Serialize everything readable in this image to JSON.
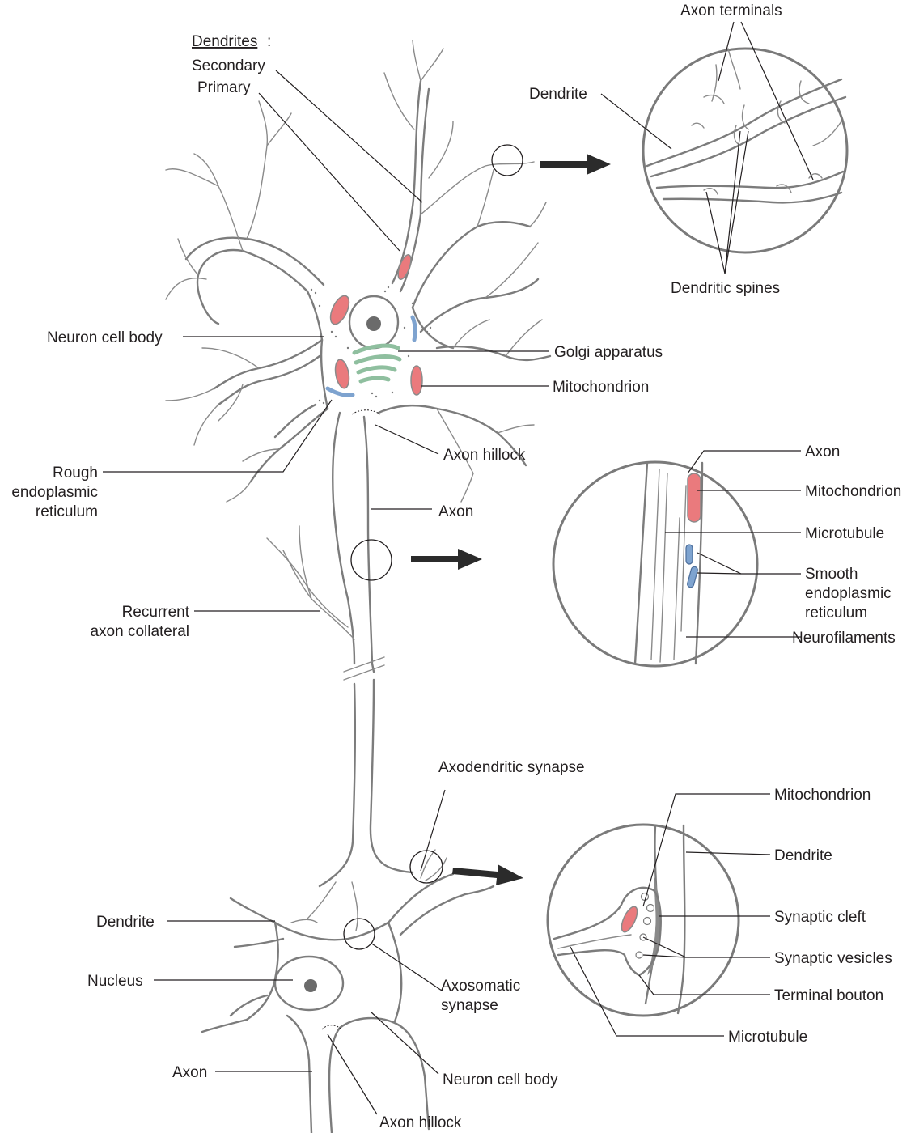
{
  "colors": {
    "membrane": "#7c7c7c",
    "mitochondrion": "#ea7a7d",
    "endoplasmic_reticulum": "#7ea3cf",
    "golgi": "#8fbf9f",
    "arrow": "#2b2b2b",
    "text": "#231f20"
  },
  "labels": {
    "dendrites_heading": "Dendrites",
    "dendrites_colon": ":",
    "secondary": "Secondary",
    "primary": "Primary",
    "neuron_cell_body": "Neuron cell body",
    "golgi_apparatus": "Golgi apparatus",
    "mitochondrion": "Mitochondrion",
    "rough_er_1": "Rough",
    "rough_er_2": "endoplasmic",
    "rough_er_3": "reticulum",
    "axon_hillock": "Axon hillock",
    "axon": "Axon",
    "recurrent_1": "Recurrent",
    "recurrent_2": "axon collateral",
    "axodendritic_synapse": "Axodendritic synapse",
    "dendrite_lower": "Dendrite",
    "nucleus": "Nucleus",
    "axosomatic_1": "Axosomatic",
    "axosomatic_2": "synapse",
    "axon_lower": "Axon",
    "neuron_cell_body_lower": "Neuron cell body",
    "axon_hillock_lower": "Axon hillock"
  },
  "inset_dendrite": {
    "axon_terminals": "Axon terminals",
    "dendrite": "Dendrite",
    "dendritic_spines": "Dendritic spines"
  },
  "inset_axon": {
    "axon": "Axon",
    "mitochondrion": "Mitochondrion",
    "microtubule": "Microtubule",
    "smooth_er_1": "Smooth",
    "smooth_er_2": "endoplasmic",
    "smooth_er_3": "reticulum",
    "neurofilaments": "Neurofilaments"
  },
  "inset_synapse": {
    "mitochondrion": "Mitochondrion",
    "dendrite": "Dendrite",
    "synaptic_cleft": "Synaptic cleft",
    "synaptic_vesicles": "Synaptic vesicles",
    "terminal_bouton": "Terminal bouton",
    "microtubule": "Microtubule"
  }
}
